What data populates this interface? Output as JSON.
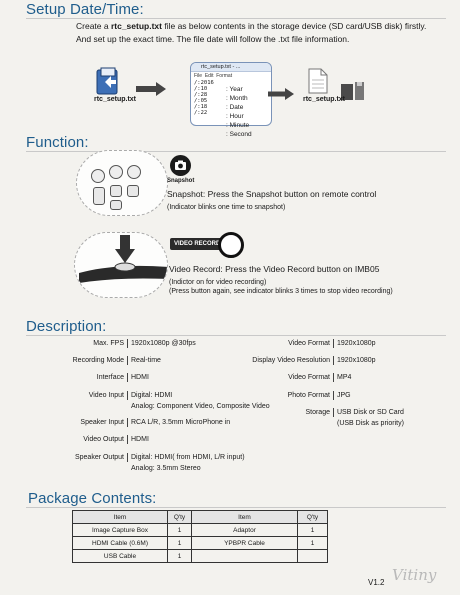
{
  "setup": {
    "heading": "Setup Date/Time:",
    "intro_pre": "Create a ",
    "intro_file": "rtc_setup.txt",
    "intro_post": " file as below contents in the storage device (SD card/USB disk) firstly.",
    "intro_line2": "And set up the exact time. The file date will follow the .txt file information.",
    "left_file_label": "rtc_setup.txt",
    "notepad_title": "rtc_setup.txt - ...",
    "notepad_menu": [
      "File",
      "Edit",
      "Format"
    ],
    "notepad_lines": [
      "/:2016",
      "/:10",
      "/:28",
      "/:05",
      "/:18",
      "/:22"
    ],
    "annotations": [
      ": Year",
      ": Month",
      ": Date",
      ": Hour",
      ": Minute",
      ": Second"
    ],
    "right_file_label": "rtc_setup.txt"
  },
  "function": {
    "heading": "Function:",
    "snapshot_icon_label": "Snapshot",
    "snapshot_text": "Snapshot: Press the Snapshot button on remote control",
    "snapshot_note": "(Indicator blinks one time to snapshot)",
    "video_badge": "VIDEO RECORD",
    "video_text": "Video Record: Press the Video Record button on IMB05",
    "video_note1": "(Indictor on for video recording)",
    "video_note2": "(Press button again, see indicator blinks 3 times to stop video recording)"
  },
  "description": {
    "heading": "Description:",
    "left": [
      {
        "label": "Max. FPS",
        "value": "1920x1080p @30fps"
      },
      {
        "label": "Recording Mode",
        "value": "Real-time"
      },
      {
        "label": "Interface",
        "value": "HDMI"
      },
      {
        "label": "Video Input",
        "value": "Digital: HDMI",
        "value2": "Analog: Component Video, Composite Video"
      },
      {
        "label": "Speaker Input",
        "value": "RCA L/R, 3.5mm MicroPhone in"
      },
      {
        "label": "Video Output",
        "value": "HDMI"
      },
      {
        "label": "Speaker Output",
        "value": "Digital: HDMI( from HDMI, L/R input)",
        "value2": "Analog: 3.5mm Stereo"
      }
    ],
    "right": [
      {
        "label": "Video Format",
        "value": "1920x1080p"
      },
      {
        "label": "Display Video Resolution",
        "value": "1920x1080p"
      },
      {
        "label": "Video Format",
        "value": "MP4"
      },
      {
        "label": "Photo Format",
        "value": "JPG"
      },
      {
        "label": "Storage",
        "value": "USB Disk or SD Card",
        "value2": "(USB Disk as priority)"
      }
    ]
  },
  "package": {
    "heading": "Package Contents:",
    "columns": [
      "Item",
      "Q'ty",
      "Item",
      "Q'ty"
    ],
    "rows": [
      [
        "Image Capture Box",
        "1",
        "Adaptor",
        "1"
      ],
      [
        "HDMI Cable (0.6M)",
        "1",
        "YPBPR Cable",
        "1"
      ],
      [
        "USB Cable",
        "1",
        "",
        ""
      ]
    ]
  },
  "footer": {
    "version": "V1.2",
    "brand": "Vitiny"
  },
  "colors": {
    "heading": "#1f5d8c",
    "arrow": "#444444",
    "folder_blue": "#3d6fb6"
  }
}
